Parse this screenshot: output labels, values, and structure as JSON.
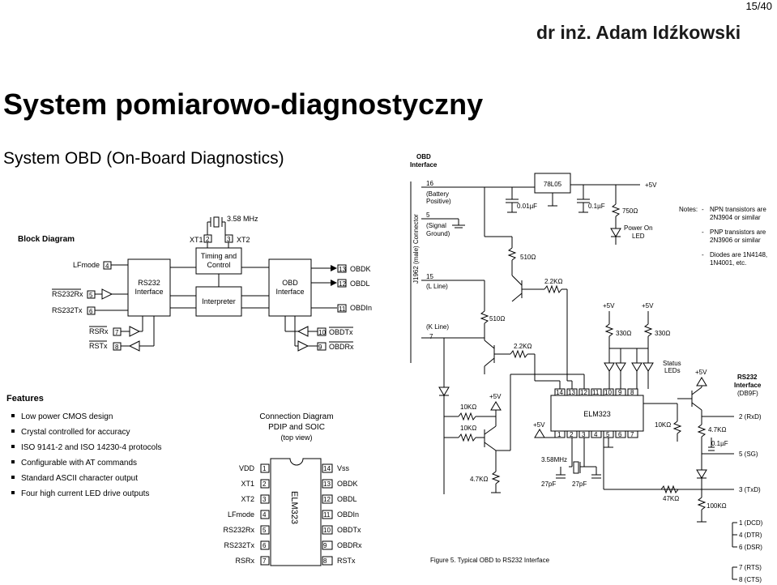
{
  "header": {
    "page_number": "15/40",
    "author": "dr inż. Adam Idźkowski",
    "title": "System pomiarowo-diagnostyczny",
    "subtitle": "System OBD (On-Board Diagnostics)"
  },
  "block_diagram": {
    "title": "Block Diagram",
    "crystal": "3.58 MHz",
    "xt1": "XT1",
    "xt2": "XT2",
    "pin_xt1": "2",
    "pin_xt2": "3",
    "timing_control_1": "Timing and",
    "timing_control_2": "Control",
    "rs232_interface_1": "RS232",
    "rs232_interface_2": "Interface",
    "interpreter": "Interpreter",
    "obd_interface_1": "OBD",
    "obd_interface_2": "Interface",
    "left_pins": [
      {
        "label": "LFmode",
        "pin": "4"
      },
      {
        "label": "RS232Rx",
        "pin": "5"
      },
      {
        "label": "RS232Tx",
        "pin": "6"
      },
      {
        "label": "RSRx",
        "pin": "7"
      },
      {
        "label": "RSTx",
        "pin": "8"
      }
    ],
    "right_pins": [
      {
        "label": "OBDK",
        "pin": "13"
      },
      {
        "label": "OBDL",
        "pin": "12"
      },
      {
        "label": "OBDIn",
        "pin": "11"
      },
      {
        "label": "OBDTx",
        "pin": "10"
      },
      {
        "label": "OBDRx",
        "pin": "9"
      }
    ]
  },
  "features": {
    "title": "Features",
    "items": [
      "Low power CMOS design",
      "Crystal controlled for accuracy",
      "ISO 9141-2  and ISO 14230-4 protocols",
      "Configurable with AT commands",
      "Standard ASCII character output",
      "Four high current LED drive outputs"
    ]
  },
  "connection_diagram": {
    "title_1": "Connection Diagram",
    "title_2": "PDIP and SOIC",
    "title_3": "(top view)",
    "chip": "ELM323",
    "left_pins": [
      {
        "label": "VDD",
        "pin": "1"
      },
      {
        "label": "XT1",
        "pin": "2"
      },
      {
        "label": "XT2",
        "pin": "3"
      },
      {
        "label": "LFmode",
        "pin": "4"
      },
      {
        "label": "RS232Rx",
        "pin": "5"
      },
      {
        "label": "RS232Tx",
        "pin": "6"
      },
      {
        "label": "RSRx",
        "pin": "7"
      }
    ],
    "right_pins": [
      {
        "label": "Vss",
        "pin": "14"
      },
      {
        "label": "OBDK",
        "pin": "13"
      },
      {
        "label": "OBDL",
        "pin": "12"
      },
      {
        "label": "OBDIn",
        "pin": "11"
      },
      {
        "label": "OBDTx",
        "pin": "10"
      },
      {
        "label": "OBDRx",
        "pin": "9"
      },
      {
        "label": "RSTx",
        "pin": "8"
      }
    ]
  },
  "schematic": {
    "obd_interface_1": "OBD",
    "obd_interface_2": "Interface",
    "connector": "J1962 (male) Connector",
    "pin16": "16",
    "battery_1": "(Battery",
    "battery_2": "Positive)",
    "pin5": "5",
    "signal_1": "(Signal",
    "signal_2": "Ground)",
    "pin15": "15",
    "l_line": "(L Line)",
    "k_line": "(K Line)",
    "pin7": "7",
    "regulator": "78L05",
    "plus5v": "+5V",
    "c1": "0.01µF",
    "c2": "0.1µF",
    "r750": "750Ω",
    "power_led_1": "Power On",
    "power_led_2": "LED",
    "r510a": "510Ω",
    "r22k_a": "2.2KΩ",
    "r510b": "510Ω",
    "r22k_b": "2.2KΩ",
    "r330a": "330Ω",
    "r330b": "330Ω",
    "status_1": "Status",
    "status_2": "LEDs",
    "notes_title": "Notes:",
    "notes": [
      "NPN transistors are",
      "2N3904 or similar",
      "PNP transistors are",
      "2N3906 or similar",
      "Diodes are 1N4148,",
      "1N4001, etc."
    ],
    "r10k_a": "10KΩ",
    "r10k_b": "10KΩ",
    "r47k_a": "4.7KΩ",
    "chip": "ELM323",
    "top_pins": [
      "14",
      "13",
      "12",
      "11",
      "10",
      "9",
      "8"
    ],
    "bottom_pins": [
      "1",
      "2",
      "3",
      "4",
      "5",
      "6",
      "7"
    ],
    "crystal": "3.58MHz",
    "c27a": "27pF",
    "c27b": "27pF",
    "r10k_c": "10KΩ",
    "r47k_b": "4.7KΩ",
    "c01": "0.1µF",
    "r47k_c": "47KΩ",
    "r100k": "100KΩ",
    "rs232_1": "RS232",
    "rs232_2": "Interface",
    "rs232_3": "(DB9F)",
    "db9": [
      "2 (RxD)",
      "5 (SG)",
      "3 (TxD)",
      "1 (DCD)",
      "4 (DTR)",
      "6 (DSR)",
      "7 (RTS)",
      "8 (CTS)"
    ],
    "caption": "Figure 5. Typical OBD to RS232 Interface"
  }
}
